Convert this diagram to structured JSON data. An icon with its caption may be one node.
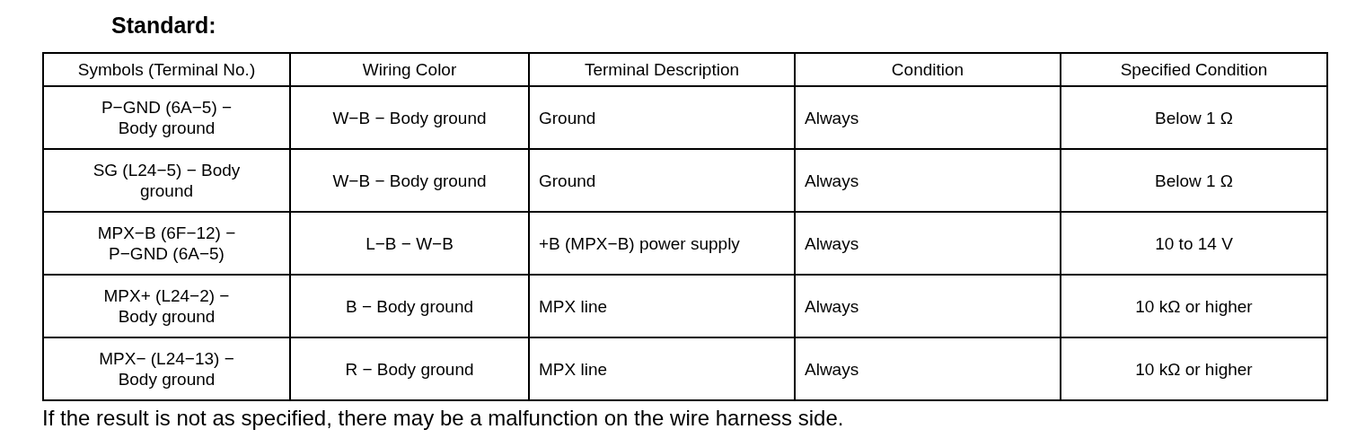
{
  "diagram": {
    "title": "Standard:",
    "labels": [
      "Symbols (Terminal No.)",
      "Wiring Color",
      "Terminal Description",
      "Condition",
      "Specified Condition",
      "P−GND (6A−5) − Body ground",
      "W−B − Body ground",
      "Ground",
      "Always",
      "Below 1 Ω",
      "SG (L24−5) − Body ground",
      "W−B − Body ground",
      "Ground",
      "Always",
      "Below 1 Ω",
      "MPX−B (6F−12) − P−GND (6A−5)",
      "L−B − W−B",
      "+B (MPX−B) power supply",
      "Always",
      "10 to 14 V",
      "MPX+ (L24−2) − Body ground",
      "B − Body ground",
      "MPX line",
      "Always",
      "10 kΩ or higher",
      "MPX− (L24−13) − Body ground",
      "R − Body ground",
      "MPX line",
      "Always",
      "10 kΩ or higher"
    ],
    "caption": "If the result is not as specified, there may be a malfunction on the wire harness side."
  }
}
